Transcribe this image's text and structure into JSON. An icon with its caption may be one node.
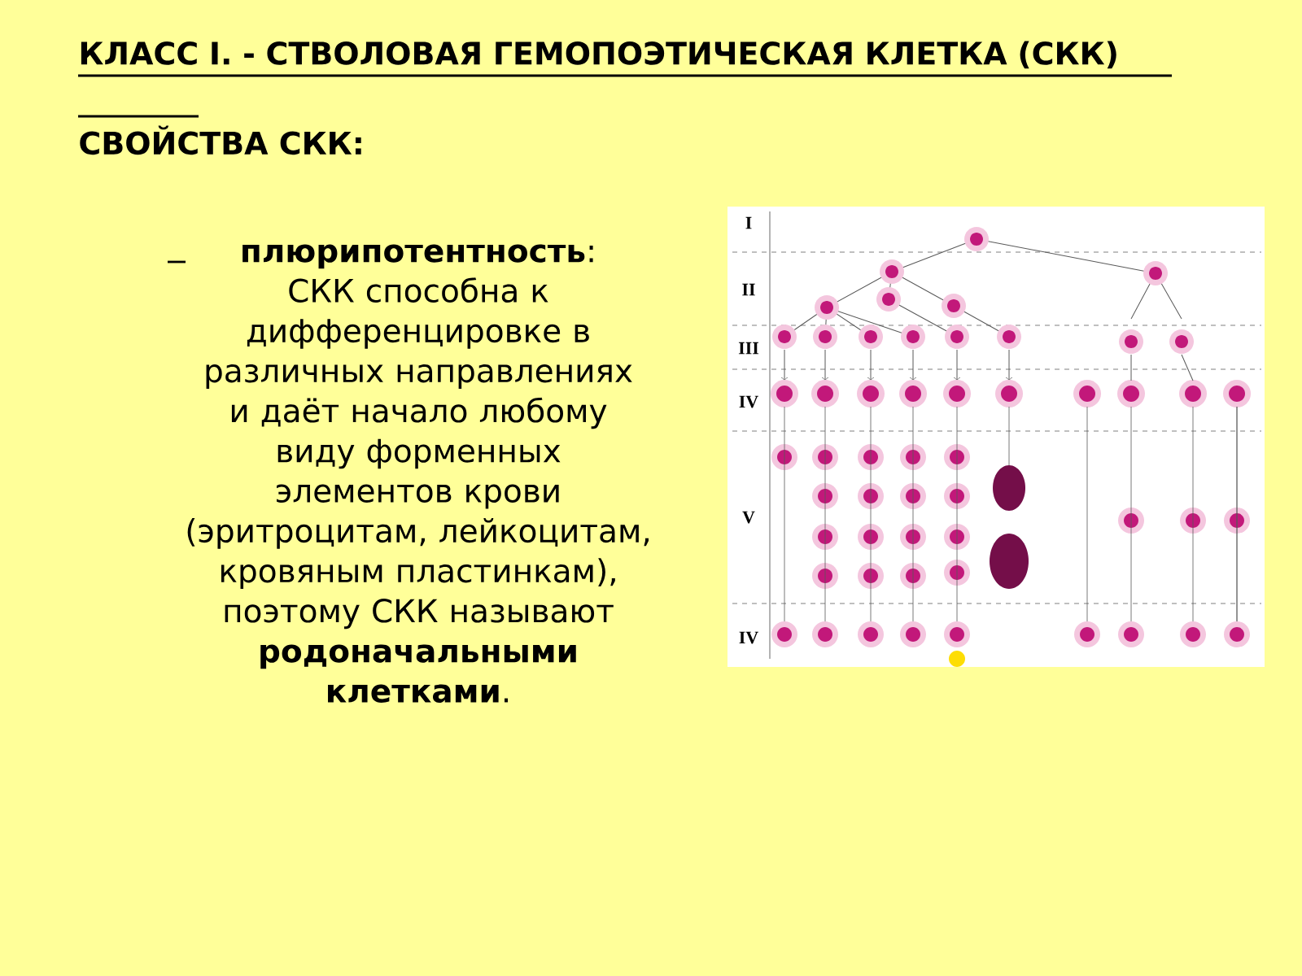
{
  "diagram": {
    "title": "КЛАСС I. - СТВОЛОВАЯ ГЕМОПОЭТИЧЕСКАЯ КЛЕТКА (СКК)",
    "labels": [
      "СВОЙСТВА СКК:",
      "**плюрипотентность**: СКК способна к дифференцировке в различных направлениях  и даёт начало любому виду форменных элементов крови (эритроцитам, лейкоцитам, кровяным пластинкам), поэтому СКК называют **родоначальными клетками**.",
      "I",
      "II",
      "III",
      "IV",
      "V",
      "IV"
    ]
  }
}
